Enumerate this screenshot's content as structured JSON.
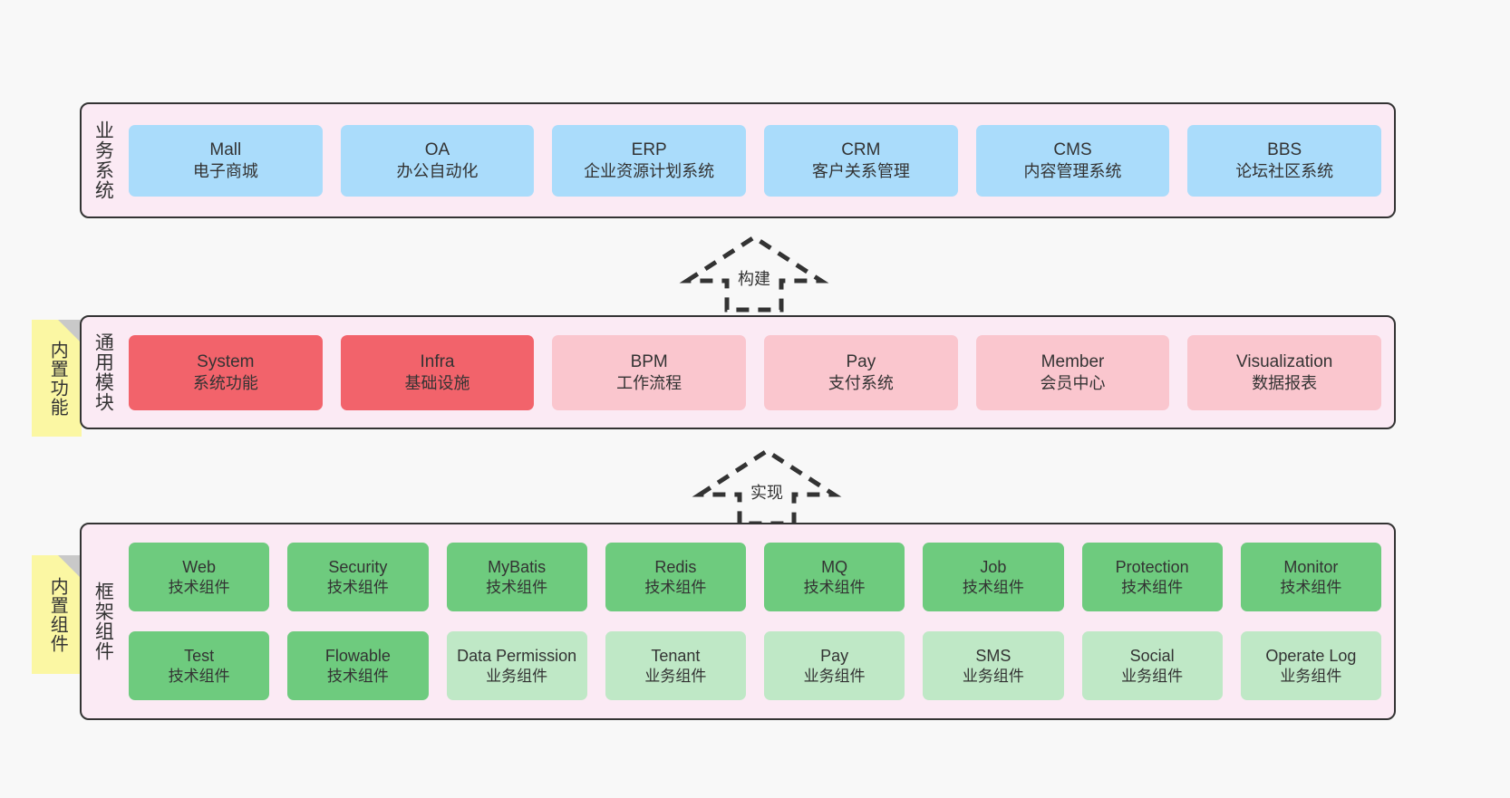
{
  "layers": {
    "business": {
      "title": "业务系统",
      "cards": [
        {
          "name": "Mall",
          "desc": "电子商城"
        },
        {
          "name": "OA",
          "desc": "办公自动化"
        },
        {
          "name": "ERP",
          "desc": "企业资源计划系统"
        },
        {
          "name": "CRM",
          "desc": "客户关系管理"
        },
        {
          "name": "CMS",
          "desc": "内容管理系统"
        },
        {
          "name": "BBS",
          "desc": "论坛社区系统"
        }
      ]
    },
    "common": {
      "title": "通用模块",
      "note": "内置功能",
      "cards": [
        {
          "name": "System",
          "desc": "系统功能",
          "style": "h-red"
        },
        {
          "name": "Infra",
          "desc": "基础设施",
          "style": "h-red"
        },
        {
          "name": "BPM",
          "desc": "工作流程",
          "style": "h-pink"
        },
        {
          "name": "Pay",
          "desc": "支付系统",
          "style": "h-pink"
        },
        {
          "name": "Member",
          "desc": "会员中心",
          "style": "h-pink"
        },
        {
          "name": "Visualization",
          "desc": "数据报表",
          "style": "h-pink"
        }
      ]
    },
    "framework": {
      "title": "框架组件",
      "note": "内置组件",
      "row1": [
        {
          "name": "Web",
          "desc": "技术组件"
        },
        {
          "name": "Security",
          "desc": "技术组件"
        },
        {
          "name": "MyBatis",
          "desc": "技术组件"
        },
        {
          "name": "Redis",
          "desc": "技术组件"
        },
        {
          "name": "MQ",
          "desc": "技术组件"
        },
        {
          "name": "Job",
          "desc": "技术组件"
        },
        {
          "name": "Protection",
          "desc": "技术组件"
        },
        {
          "name": "Monitor",
          "desc": "技术组件"
        }
      ],
      "row2": [
        {
          "name": "Test",
          "desc": "技术组件",
          "style": "h-green"
        },
        {
          "name": "Flowable",
          "desc": "技术组件",
          "style": "h-green"
        },
        {
          "name": "Data Permission",
          "desc": "业务组件",
          "style": "h-green2"
        },
        {
          "name": "Tenant",
          "desc": "业务组件",
          "style": "h-green2"
        },
        {
          "name": "Pay",
          "desc": "业务组件",
          "style": "h-green2"
        },
        {
          "name": "SMS",
          "desc": "业务组件",
          "style": "h-green2"
        },
        {
          "name": "Social",
          "desc": "业务组件",
          "style": "h-green2"
        },
        {
          "name": "Operate Log",
          "desc": "业务组件",
          "style": "h-green2"
        }
      ]
    }
  },
  "arrows": {
    "build": {
      "label": "构建"
    },
    "realize": {
      "label": "实现"
    }
  },
  "colors": {
    "panel_background": "#fbeaf4",
    "panel_border": "#333333",
    "business_card": "#aadcfb",
    "common_card_primary": "#f2636b",
    "common_card_secondary": "#fac6ce",
    "framework_tech_card": "#6ecb7e",
    "framework_biz_card": "#bfe8c6",
    "note_background": "#fbf7a3",
    "note_fold": "#c9c9c9",
    "canvas_background": "#f8f8f8",
    "text": "#333333"
  }
}
